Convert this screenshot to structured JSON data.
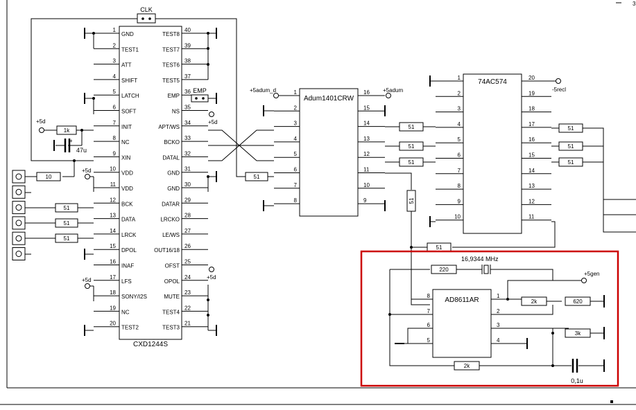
{
  "schematic": {
    "top_right_fragment": "3",
    "cxd": {
      "name": "CXD1244S",
      "left_pins": [
        {
          "num": "1",
          "name": "GND"
        },
        {
          "num": "2",
          "name": "TEST1"
        },
        {
          "num": "3",
          "name": "ATT"
        },
        {
          "num": "4",
          "name": "SHIFT"
        },
        {
          "num": "5",
          "name": "LATCH"
        },
        {
          "num": "6",
          "name": "SOFT"
        },
        {
          "num": "7",
          "name": "INIT"
        },
        {
          "num": "8",
          "name": "NC"
        },
        {
          "num": "9",
          "name": "XIN"
        },
        {
          "num": "10",
          "name": "VDD"
        },
        {
          "num": "11",
          "name": "VDD"
        },
        {
          "num": "12",
          "name": "BCK"
        },
        {
          "num": "13",
          "name": "DATA"
        },
        {
          "num": "14",
          "name": "LRCK"
        },
        {
          "num": "15",
          "name": "DPOL"
        },
        {
          "num": "16",
          "name": "INAF"
        },
        {
          "num": "17",
          "name": "LFS"
        },
        {
          "num": "18",
          "name": "SONY/I2S"
        },
        {
          "num": "19",
          "name": "NC"
        },
        {
          "num": "20",
          "name": "TEST2"
        }
      ],
      "right_pins": [
        {
          "num": "40",
          "name": "TEST8"
        },
        {
          "num": "39",
          "name": "TEST7"
        },
        {
          "num": "38",
          "name": "TEST6"
        },
        {
          "num": "37",
          "name": "TEST5"
        },
        {
          "num": "36",
          "name": "EMP"
        },
        {
          "num": "35",
          "name": "NS"
        },
        {
          "num": "34",
          "name": "APT/WS"
        },
        {
          "num": "33",
          "name": "BCKO"
        },
        {
          "num": "32",
          "name": "DATAL"
        },
        {
          "num": "31",
          "name": "GND"
        },
        {
          "num": "30",
          "name": "GND"
        },
        {
          "num": "29",
          "name": "DATAR"
        },
        {
          "num": "28",
          "name": "LRCKO"
        },
        {
          "num": "27",
          "name": "LE/WS"
        },
        {
          "num": "26",
          "name": "OUT16/18"
        },
        {
          "num": "25",
          "name": "OFST"
        },
        {
          "num": "24",
          "name": "OPOL"
        },
        {
          "num": "23",
          "name": "MUTE"
        },
        {
          "num": "22",
          "name": "TEST4"
        },
        {
          "num": "21",
          "name": "TEST3"
        }
      ]
    },
    "adum": {
      "name": "Adum1401CRW",
      "left_pins": [
        "1",
        "2",
        "3",
        "4",
        "5",
        "6",
        "7",
        "8"
      ],
      "right_pins": [
        "16",
        "15",
        "14",
        "13",
        "12",
        "11",
        "10",
        "9"
      ]
    },
    "ac574": {
      "name": "74AC574",
      "left_pins": [
        "1",
        "2",
        "3",
        "4",
        "5",
        "6",
        "7",
        "8",
        "9",
        "10"
      ],
      "right_pins": [
        "20",
        "19",
        "18",
        "17",
        "16",
        "15",
        "14",
        "13",
        "12",
        "11"
      ]
    },
    "ad8611": {
      "name": "AD8611AR",
      "left_pins": [
        "8",
        "7",
        "6",
        "5"
      ],
      "right_pins": [
        "1",
        "2",
        "3",
        "4"
      ]
    },
    "labels": {
      "clk": "CLK",
      "emp": "EMP",
      "plus5d_a": "+5d",
      "plus5d_b": "+5d",
      "plus5d_c": "+5d",
      "plus5d_d": "+5d",
      "plus5d_e": "+5d",
      "adum_d": "+5adum_d",
      "adum": "+5adum",
      "recl": "-5recl",
      "gen": "+5gen",
      "freq": "16,9344 MHz",
      "r_1k": "1k",
      "c_47u": "47u",
      "r_10": "10",
      "r_51_bck": "51",
      "r_51_data": "51",
      "r_51_lrck": "51",
      "r_51_adum_in": "51",
      "r_51_a": "51",
      "r_51_b": "51",
      "r_51_c": "51",
      "r_51_vert": "51",
      "r_51_bottom": "51",
      "r_51_o1": "51",
      "r_51_o2": "51",
      "r_51_o3": "51",
      "r_220": "220",
      "r_2k_a": "2k",
      "r_620": "620",
      "r_3k": "3k",
      "r_2k_b": "2k",
      "c_01u": "0,1u",
      "cap_plus": "+"
    },
    "colors": {
      "highlight": "#cc0000",
      "ink": "#000000"
    }
  }
}
